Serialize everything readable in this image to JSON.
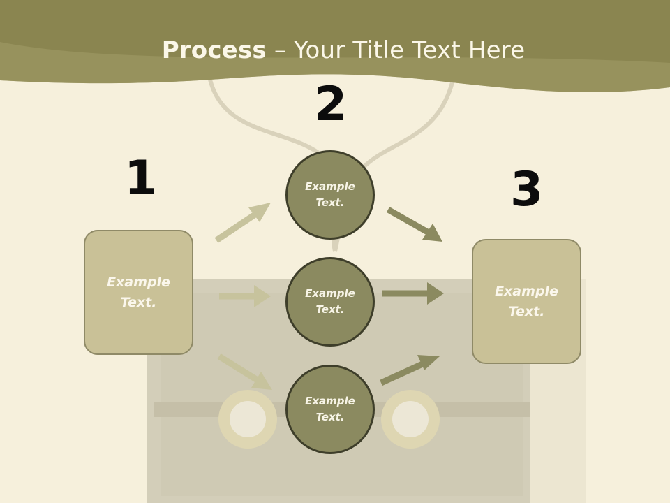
{
  "slide": {
    "title_bold": "Process",
    "title_rest": " – Your Title Text Here"
  },
  "steps": [
    {
      "number": "1",
      "label_line1": "Example",
      "label_line2": "Text."
    },
    {
      "number": "2"
    },
    {
      "number": "3",
      "label_line1": "Example",
      "label_line2": "Text."
    }
  ],
  "circles": [
    {
      "label_line1": "Example",
      "label_line2": "Text."
    },
    {
      "label_line1": "Example",
      "label_line2": "Text."
    },
    {
      "label_line1": "Example",
      "label_line2": "Text."
    }
  ],
  "colors": {
    "header_band": "#8a8550",
    "background": "#f6f0dc",
    "box_fill": "#c9c197",
    "circle_fill": "#8b8a60",
    "arrow_light": "#c7c39d",
    "arrow_dark": "#8b8a60"
  }
}
